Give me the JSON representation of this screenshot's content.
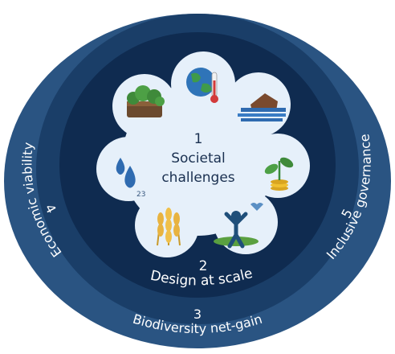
{
  "diagram": {
    "center": {
      "number": "1",
      "line1": "Societal",
      "line2": "challenges"
    },
    "rings": {
      "design": {
        "number": "2",
        "label": "Design at scale"
      },
      "biodiversity": {
        "number": "3",
        "label": "Biodiversity net-gain"
      },
      "economic": {
        "number": "4",
        "label": "Economic viability"
      },
      "governance": {
        "number": "5",
        "label": "Inclusive governance"
      }
    },
    "icons": [
      {
        "name": "soil-vegetation-icon"
      },
      {
        "name": "earth-thermometer-icon"
      },
      {
        "name": "flooded-house-icon"
      },
      {
        "name": "plant-coins-icon"
      },
      {
        "name": "person-health-icon"
      },
      {
        "name": "wheat-icon"
      },
      {
        "name": "water-drop-icon",
        "caption": "23"
      }
    ],
    "colors": {
      "outer": "#2a5482",
      "middle": "#1a3e68",
      "inner": "#0f2b50",
      "flower": "#e6f0fa",
      "text_light": "#ffffff",
      "text_dark": "#1a3050"
    }
  }
}
